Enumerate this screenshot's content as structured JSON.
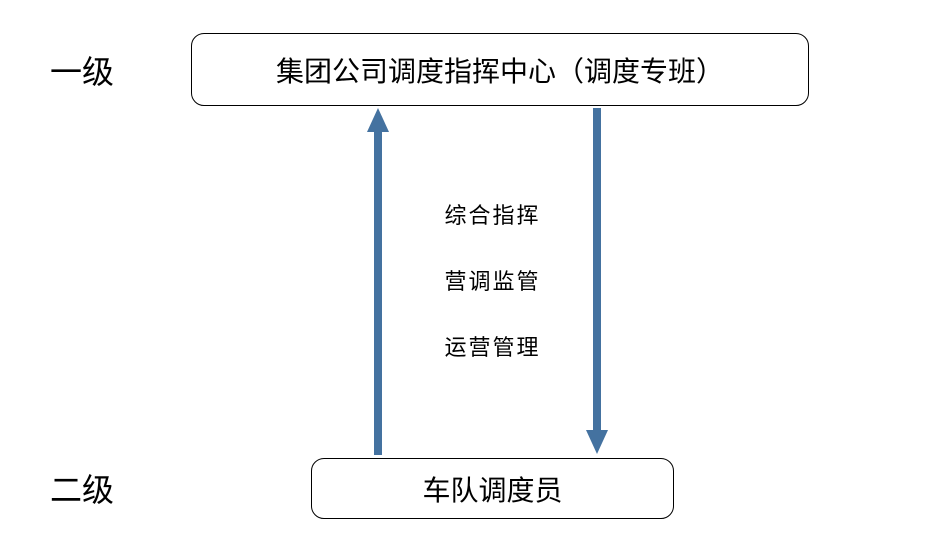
{
  "levels": {
    "first": "一级",
    "second": "二级"
  },
  "nodes": {
    "top": "集团公司调度指挥中心（调度专班）",
    "bottom": "车队调度员"
  },
  "functions": [
    "综合指挥",
    "营调监管",
    "运营管理"
  ],
  "colors": {
    "arrow": "#4472a0",
    "border": "#000000",
    "text": "#000000"
  }
}
